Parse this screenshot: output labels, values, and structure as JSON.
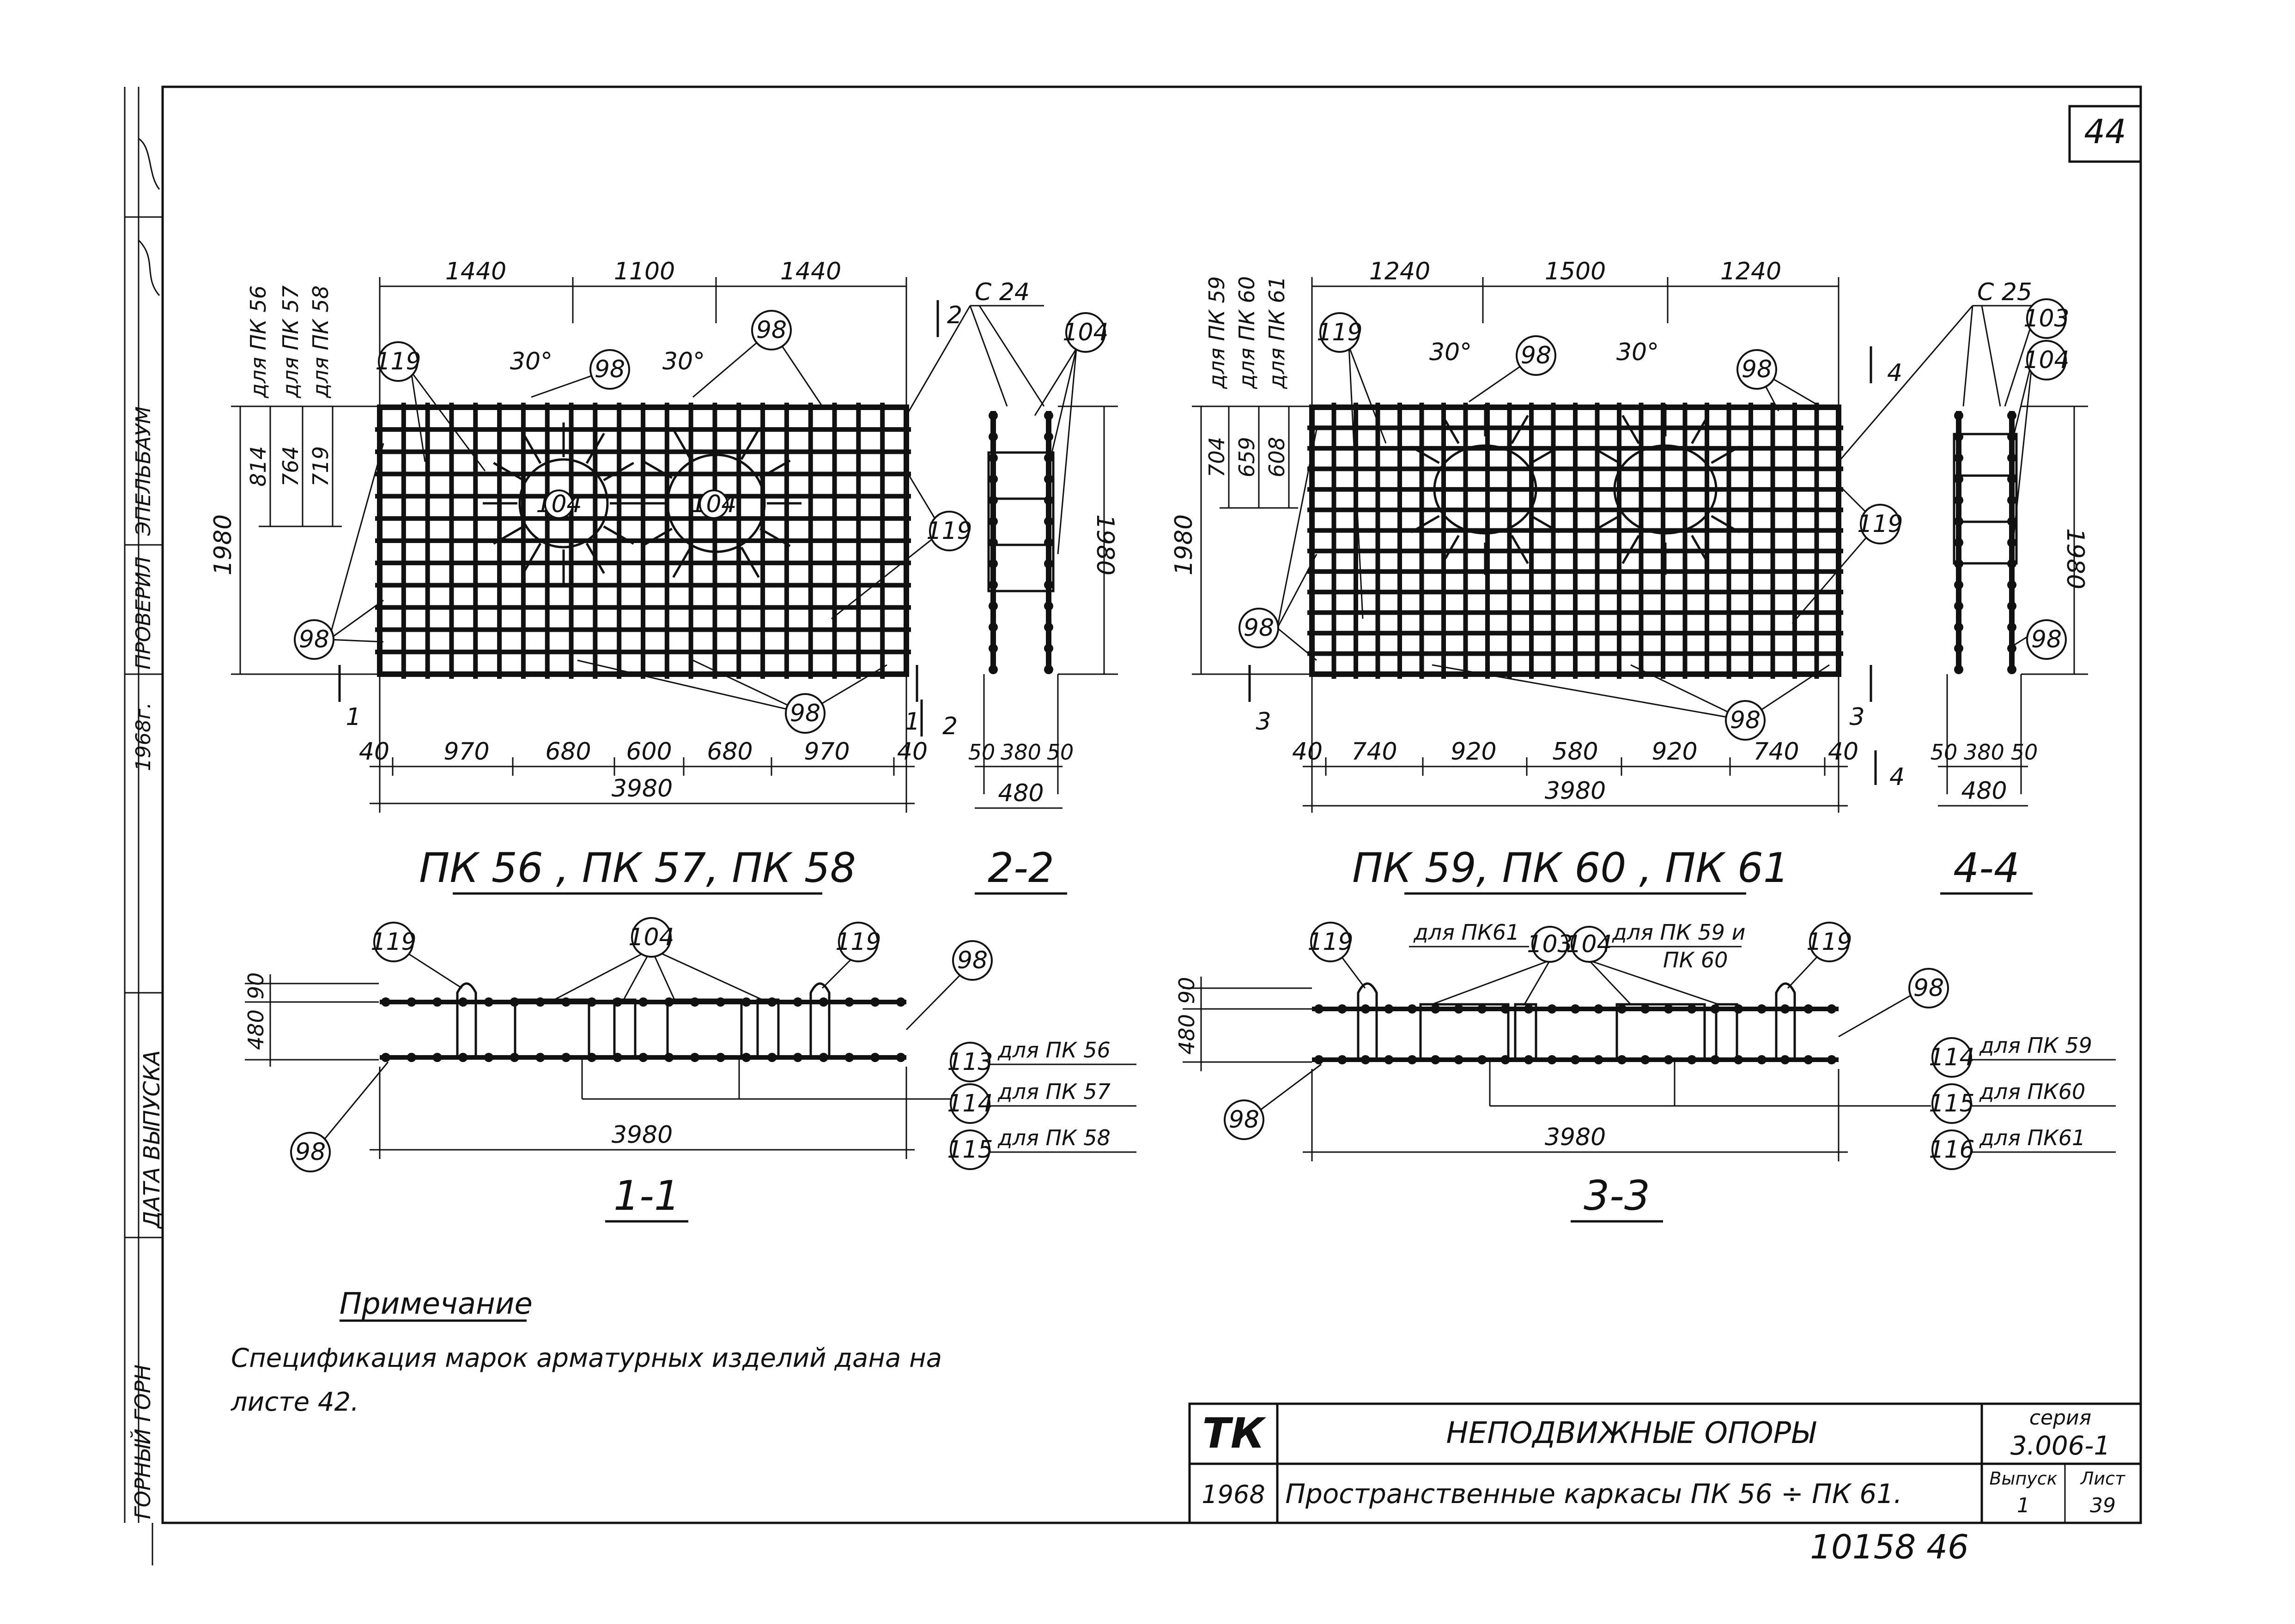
{
  "sheet_number_corner": "44",
  "side_stamp": {
    "header": "ГОРНЫЙ ГОРН",
    "checked": "ПРОВЕРИЛ",
    "checked_name": "ЭПЕЛЬБАУМ",
    "year": "1968г.",
    "release_date": "ДАТА ВЫПУСКА"
  },
  "view_a": {
    "title": "ПК 56 , ПК 57, ПК 58",
    "top_dims": [
      "1440",
      "1100",
      "1440"
    ],
    "angles": [
      "30°",
      "30°"
    ],
    "left_dims": [
      "814",
      "764",
      "719"
    ],
    "left_labels": [
      "для ПК 56",
      "для ПК 57",
      "для ПК 58"
    ],
    "height": "1980",
    "bottom_dims": [
      "40",
      "970",
      "680",
      "600",
      "680",
      "970",
      "40"
    ],
    "total": "3980",
    "section_marks": [
      "1",
      "1",
      "2",
      "2"
    ],
    "steel_tag": "С 24",
    "balloons": [
      "119",
      "98",
      "98",
      "98",
      "104",
      "104",
      "98",
      "98",
      "119"
    ]
  },
  "view_b": {
    "title": "2-2",
    "dims": [
      "50",
      "380",
      "50"
    ],
    "total": "480",
    "height": "1980",
    "balloon": "104"
  },
  "view_c": {
    "title": "ПК 59, ПК 60 , ПК 61",
    "top_dims": [
      "1240",
      "1500",
      "1240"
    ],
    "angles": [
      "30°",
      "30°"
    ],
    "left_dims": [
      "704",
      "659",
      "608"
    ],
    "left_labels": [
      "для ПК 59",
      "для ПК 60",
      "для ПК 61"
    ],
    "height": "1980",
    "bottom_dims": [
      "40",
      "740",
      "920",
      "580",
      "920",
      "740",
      "40"
    ],
    "total": "3980",
    "section_marks": [
      "3",
      "3",
      "4",
      "4"
    ],
    "steel_tag": "С 25",
    "balloons": [
      "119",
      "98",
      "98",
      "98",
      "98",
      "119"
    ]
  },
  "view_d": {
    "title": "4-4",
    "dims": [
      "50",
      "380",
      "50"
    ],
    "total": "480",
    "height": "1980",
    "balloons": [
      "103",
      "104",
      "98"
    ]
  },
  "section_1_1": {
    "title": "1-1",
    "dims": [
      "90",
      "480"
    ],
    "total": "3980",
    "balloons": [
      "119",
      "104",
      "119",
      "98",
      "98"
    ],
    "variants": [
      {
        "mark": "113",
        "label": "для ПК 56"
      },
      {
        "mark": "114",
        "label": "для ПК 57"
      },
      {
        "mark": "115",
        "label": "для ПК 58"
      }
    ]
  },
  "section_3_3": {
    "title": "3-3",
    "dims": [
      "90",
      "480"
    ],
    "total": "3980",
    "balloons": [
      "119",
      "103",
      "104",
      "119",
      "98",
      "98"
    ],
    "label_left": "для ПК61",
    "label_right_1": "для ПК 59 и",
    "label_right_2": "ПК 60",
    "variants": [
      {
        "mark": "114",
        "label": "для ПК 59"
      },
      {
        "mark": "115",
        "label": "для ПК60"
      },
      {
        "mark": "116",
        "label": "для ПК61"
      }
    ]
  },
  "note": {
    "heading": "Примечание",
    "line1": "Спецификация марок арматурных изделий дана на",
    "line2": "листе 42."
  },
  "title_block": {
    "logo": "ТК",
    "year": "1968",
    "title": "НЕПОДВИЖНЫЕ ОПОРЫ",
    "subtitle": "Пространственные каркасы ПК 56 ÷ ПК 61.",
    "series_label": "серия",
    "series": "3.006-1",
    "issue_label": "Выпуск",
    "issue": "1",
    "sheet_label": "Лист",
    "sheet": "39"
  },
  "archive_number": "10158 46"
}
